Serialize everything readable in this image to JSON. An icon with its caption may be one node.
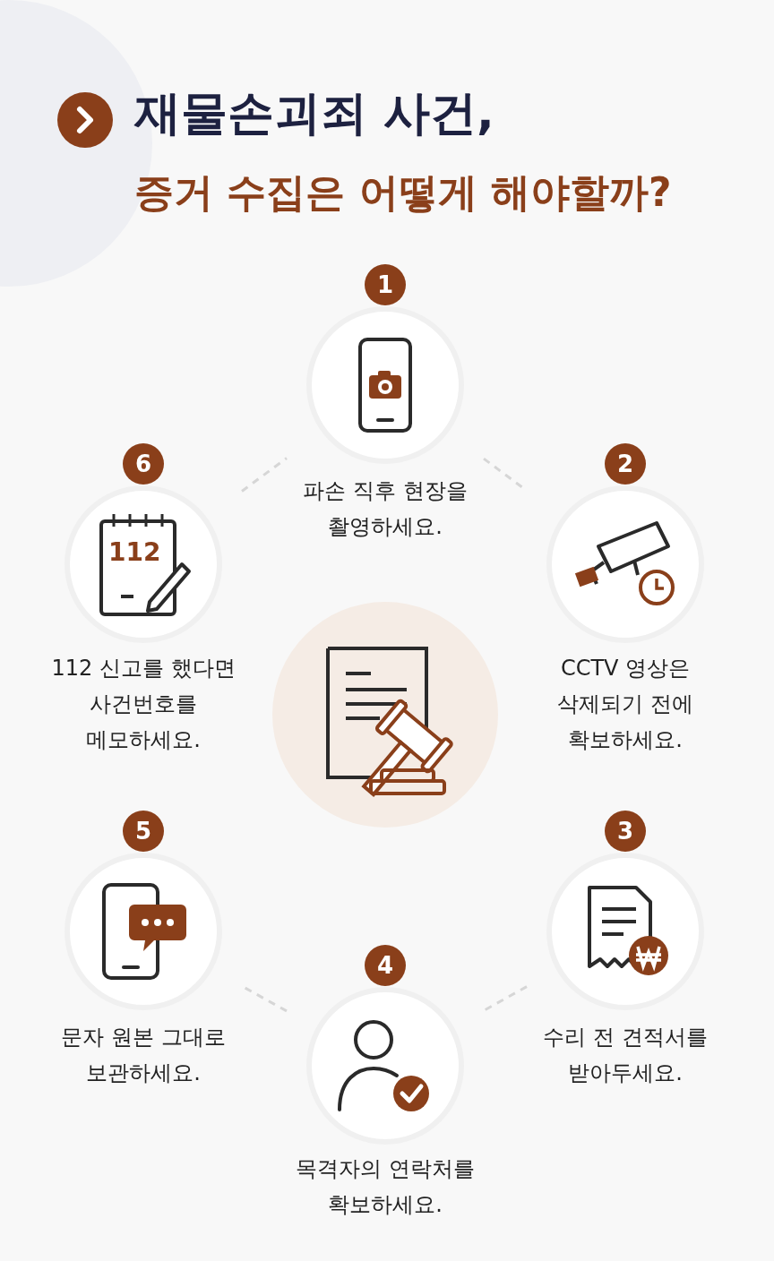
{
  "diagram": {
    "title": "재물손괴죄 사건,",
    "nodes": [
      {
        "text": [
          "1",
          "파손 직후 현장을 촬영하세요."
        ]
      },
      {
        "text": [
          "2",
          "CCTV 영상은 삭제되기 전에 확보하세요."
        ]
      },
      {
        "text": [
          "3",
          "수리 전 견적서를 받아두세요."
        ]
      },
      {
        "text": [
          "4",
          "목격자의 연락처를 확보하세요."
        ]
      },
      {
        "text": [
          "5",
          "문자 원본 그대로 보관하세요."
        ]
      },
      {
        "text": [
          "6",
          "112 신고를 했다면 사건번호를 메모하세요."
        ]
      },
      {
        "text": [],
        "shape": "picture"
      }
    ],
    "edges": [
      {
        "from": 5,
        "to": 0,
        "arrow": "none",
        "style": "dashed"
      },
      {
        "from": 0,
        "to": 1,
        "arrow": "none",
        "style": "dashed"
      },
      {
        "from": 2,
        "to": 3,
        "arrow": "none",
        "style": "dashed"
      },
      {
        "from": 3,
        "to": 4,
        "arrow": "none",
        "style": "dashed"
      }
    ],
    "labels": [
      "증거 수집은 어떻게 해야할까?",
      "112"
    ]
  }
}
